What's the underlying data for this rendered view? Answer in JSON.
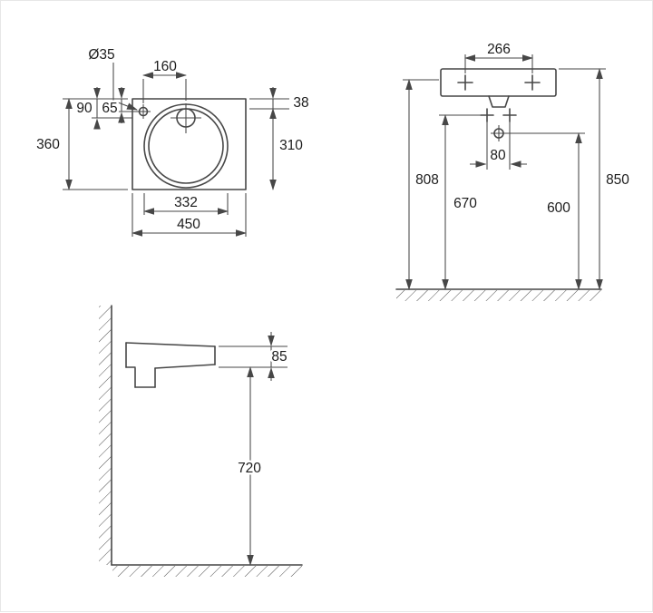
{
  "drawing": {
    "kind": "washbasin-dimension-drawing",
    "line_color": "#474747",
    "text_color": "#1c1c1c",
    "background": "#ffffff",
    "top_view": {
      "hole_diameter": "Ø35",
      "hole_spacing": "160",
      "rim_to_bowl": "38",
      "bowl_depth": "310",
      "hole_offset_a": "90",
      "hole_offset_b": "65",
      "overall_depth": "360",
      "bowl_width": "332",
      "overall_width": "450"
    },
    "front_view": {
      "fixing_spacing": "266",
      "hole_spacing": "80",
      "height_underside": "808",
      "height_fixings": "670",
      "height_drain": "600",
      "overall_height": "850"
    },
    "side_view": {
      "apron_height": "85",
      "clearance_height": "720"
    }
  }
}
